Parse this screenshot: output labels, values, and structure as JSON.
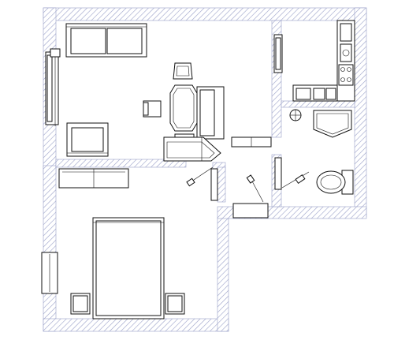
{
  "plan": {
    "background": "#ffffff",
    "line_color": "#111111",
    "wall_hatch_color": "#9aa0c8",
    "rooms": [
      "living-room",
      "kitchen",
      "bathroom",
      "bedroom",
      "hallway"
    ],
    "furniture": [
      "sofa",
      "armchair",
      "dining-table",
      "dining-chair",
      "corner-bench",
      "tv-console",
      "wall-shelf",
      "wardrobe",
      "double-bed",
      "nightstand",
      "kitchen-counter",
      "stove",
      "kitchen-sink",
      "fridge",
      "bathtub",
      "wash-basin",
      "toilet",
      "bathroom-cabinet"
    ]
  }
}
